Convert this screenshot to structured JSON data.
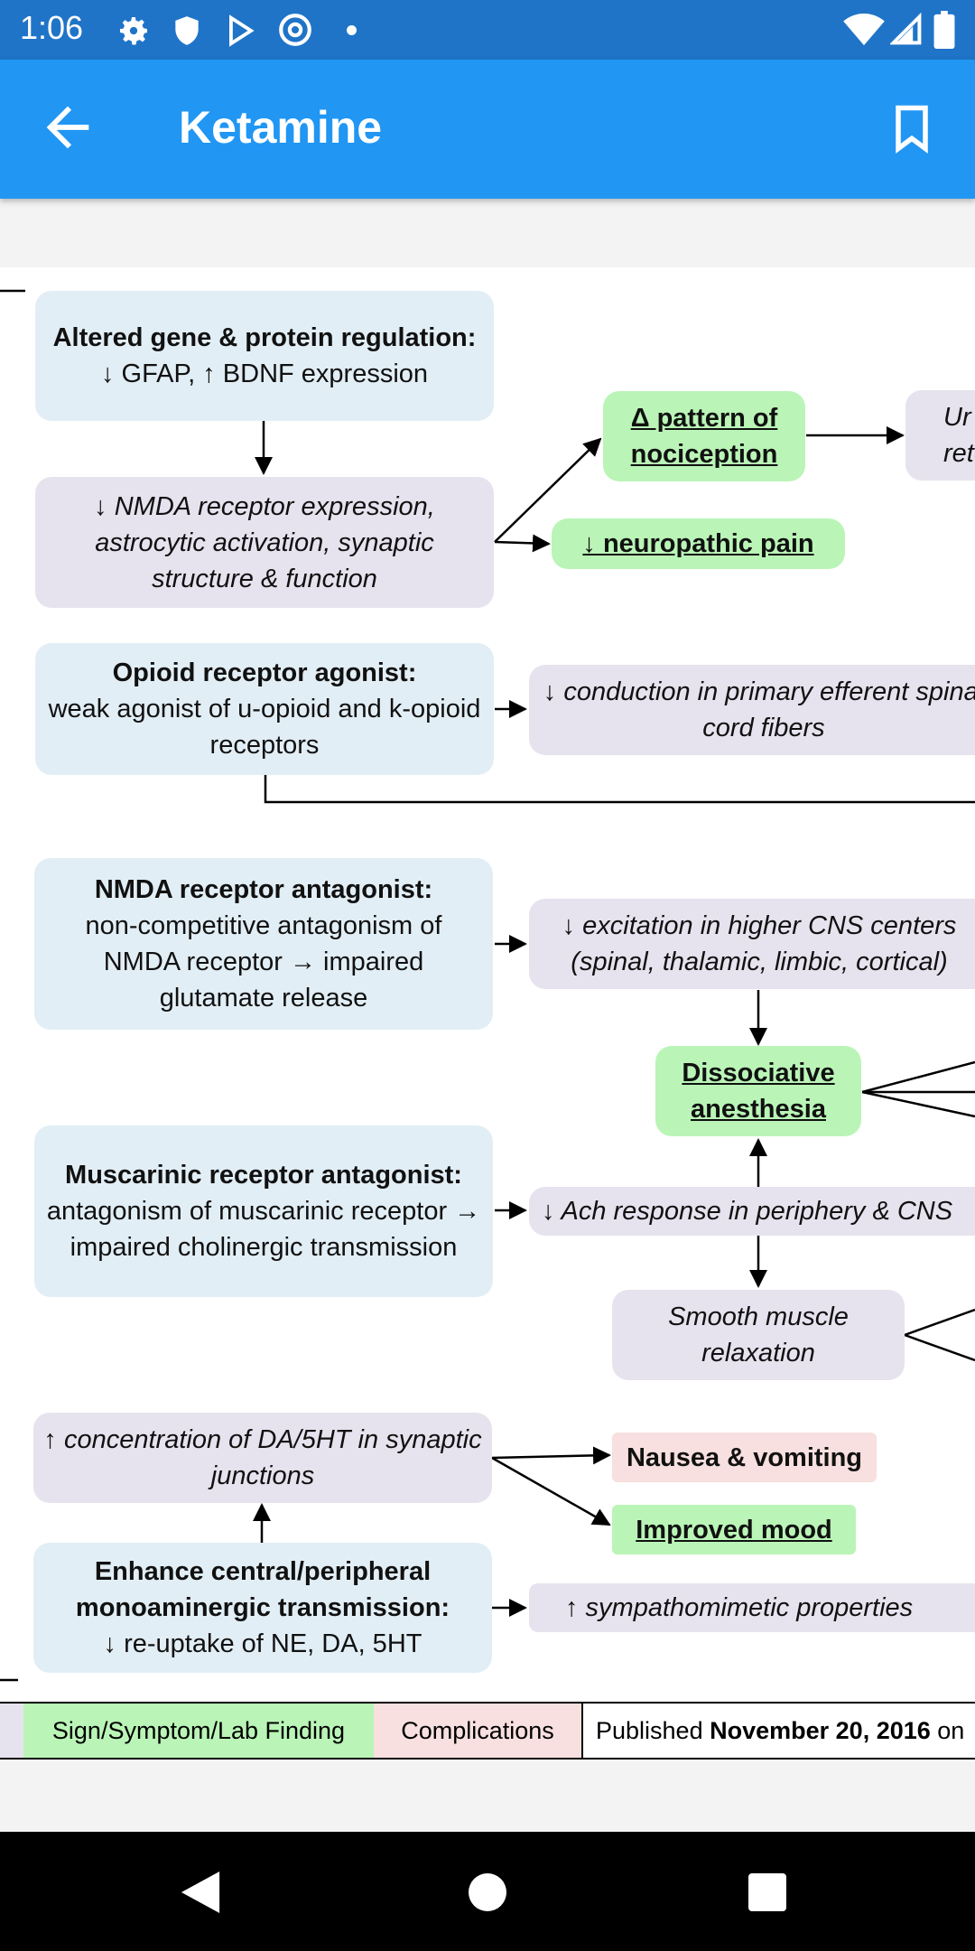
{
  "status_bar": {
    "time": "1:06"
  },
  "app_bar": {
    "title": "Ketamine"
  },
  "boxes": {
    "gene_title": "Altered gene & protein regulation:",
    "gene_body": "↓ GFAP, ↑ BDNF expression",
    "nmda_expr": "↓ NMDA receptor expression, astrocytic activation, synaptic structure & function",
    "pattern_noci": "Δ pattern of nociception",
    "neuropathic": "↓ neuropathic pain",
    "right_partial_1": "Ur",
    "right_partial_2": "rete",
    "opioid_title": "Opioid receptor agonist:",
    "opioid_body": "weak agonist of u-opioid and k-opioid receptors",
    "conduction": "↓ conduction in primary efferent spinal cord fibers",
    "nmda_ant_title": "NMDA receptor antagonist:",
    "nmda_ant_body": "non-competitive antagonism of NMDA receptor → impaired glutamate release",
    "excitation": "↓ excitation in higher CNS centers (spinal, thalamic, limbic, cortical)",
    "dissociative": "Dissociative anesthesia",
    "musc_title": "Muscarinic receptor antagonist:",
    "musc_body": "antagonism of muscarinic receptor → impaired cholinergic transmission",
    "ach": "↓ Ach response in periphery & CNS",
    "smooth": "Smooth muscle relaxation",
    "concentration": "↑ concentration of DA/5HT in synaptic junctions",
    "nausea": "Nausea & vomiting",
    "mood": "Improved mood",
    "mono_title": "Enhance central/peripheral monoaminergic transmission:",
    "mono_body": "↓ re-uptake of NE, DA, 5HT",
    "sympatho": "↑ sympathomimetic properties"
  },
  "legend": {
    "sign": "Sign/Symptom/Lab Finding",
    "complications": "Complications",
    "published_prefix": "Published",
    "published_date": "November 20, 2016",
    "published_suffix": "on"
  },
  "colors": {
    "status_bar": "#1f74c8",
    "app_bar": "#2196f3",
    "mechanism": "#e2eef5",
    "pathophys": "#e6e3ee",
    "sign": "#baf5b7",
    "complication": "#f7e0df"
  },
  "icons": [
    "settings-icon",
    "shield-icon",
    "play-store-icon",
    "at-sign-icon",
    "dot-icon",
    "wifi-icon",
    "signal-icon",
    "battery-icon",
    "back-arrow-icon",
    "bookmark-icon",
    "nav-back-icon",
    "nav-home-icon",
    "nav-recents-icon"
  ]
}
